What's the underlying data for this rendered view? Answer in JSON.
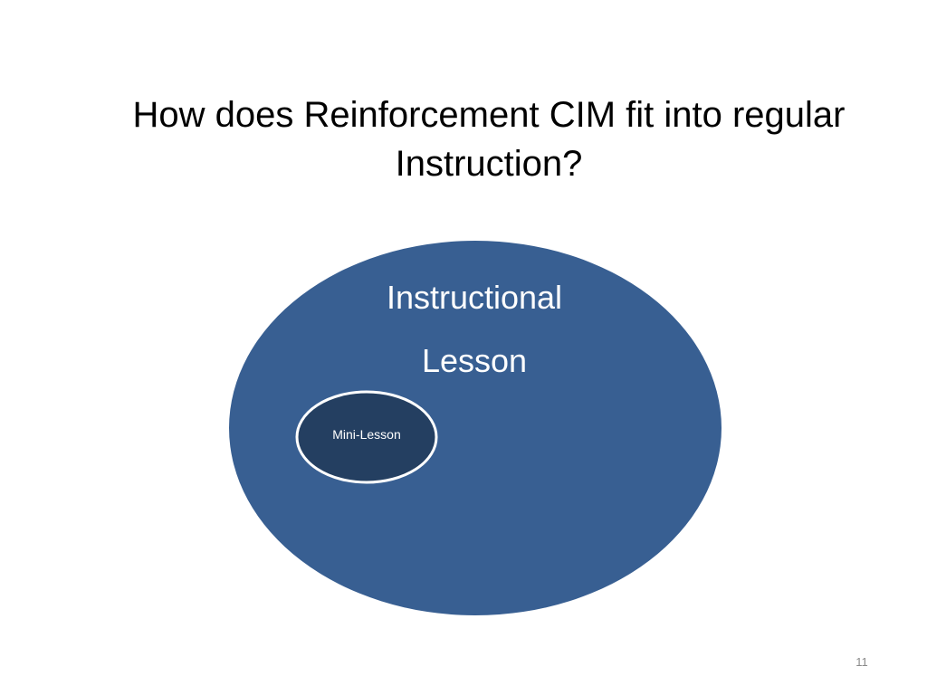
{
  "slide": {
    "title_line1": "How does Reinforcement CIM fit into regular",
    "title_line2": "Instruction?",
    "slide_number": "11"
  },
  "diagram": {
    "outer_circle": {
      "label_line1": "Instructional",
      "label_line2": "Lesson",
      "fill_color": "#385F92"
    },
    "inner_circle": {
      "label": "Mini-Lesson",
      "fill_color": "#243F61",
      "border_color": "#FFFFFF"
    }
  }
}
